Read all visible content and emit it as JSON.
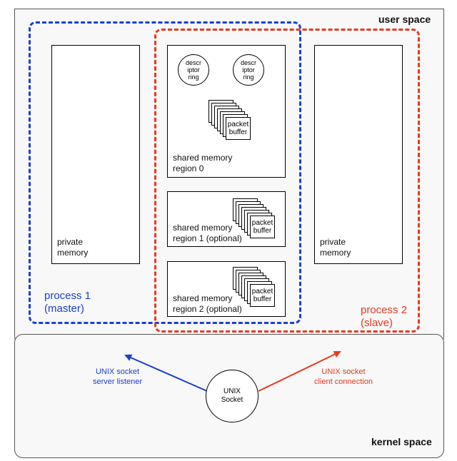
{
  "user_space": {
    "label": "user space"
  },
  "kernel_space": {
    "label": "kernel space"
  },
  "process1": {
    "label": "process 1\n(master)",
    "color": "#1a3fd1",
    "private_memory": "private\nmemory"
  },
  "process2": {
    "label": "process 2\n(slave)",
    "color": "#e8391e",
    "private_memory": "private\nmemory"
  },
  "region0": {
    "label": "shared memory\nregion 0",
    "rings": [
      "descr\niptor\nring",
      "descr\niptor\nring"
    ],
    "buffer": "packet\nbuffer"
  },
  "region1": {
    "label": "shared memory\nregion 1 (optional)",
    "buffer": "packet\nbuffer"
  },
  "region2": {
    "label": "shared memory\nregion 2 (optional)",
    "buffer": "packet\nbuffer"
  },
  "socket": {
    "label": "UNIX\nSocket"
  },
  "listener": {
    "label": "UNIX socket\nserver listener",
    "color": "#1a3fd1"
  },
  "client": {
    "label": "UNIX socket\nclient connection",
    "color": "#e8391e"
  }
}
